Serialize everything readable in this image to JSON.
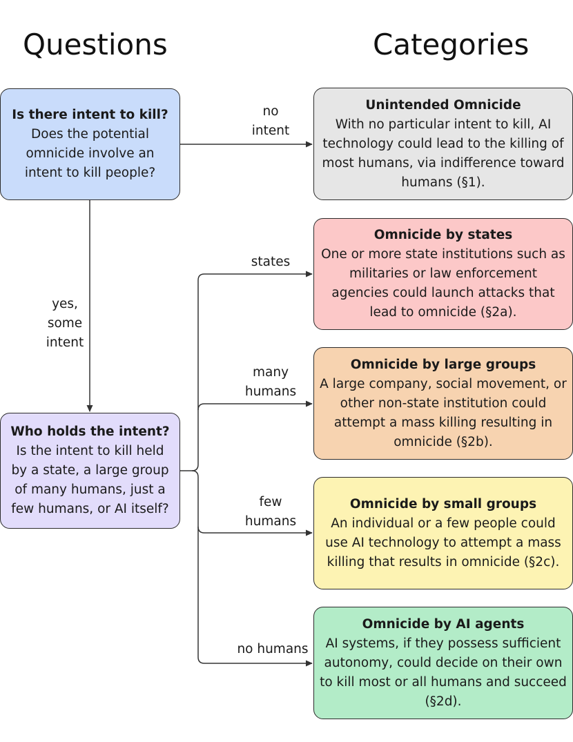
{
  "headings": {
    "questions": "Questions",
    "categories": "Categories"
  },
  "questions": [
    {
      "title": "Is there intent to kill?",
      "body": "Does the potential omnicide involve an intent to kill people?",
      "color": "#c9dcfb"
    },
    {
      "title": "Who holds the intent?",
      "body": "Is the intent to kill held by a state, a large group of many humans, just a few humans, or AI itself?",
      "color": "#e2dcfb"
    }
  ],
  "categories": [
    {
      "title": "Unintended Omnicide",
      "body": "With no particular intent to kill, AI technology could lead to the killing of most humans, via indifference toward humans (§1).",
      "color": "#e6e6e6"
    },
    {
      "title": "Omnicide by states",
      "body": "One or more state institutions such as militaries or law enforcement agencies could launch attacks that lead to omnicide (§2a).",
      "color": "#fcc8c8"
    },
    {
      "title": "Omnicide by large groups",
      "body": "A large company, social movement, or other non-state institution could attempt a mass killing resulting in omnicide (§2b).",
      "color": "#f7d3b0"
    },
    {
      "title": "Omnicide by small groups",
      "body": "An individual or a few people could use AI technology to attempt a mass killing that results in omnicide (§2c).",
      "color": "#fdf3b3"
    },
    {
      "title": "Omnicide by AI agents",
      "body": "AI systems, if they possess sufficient autonomy, could decide on their own to kill most or all humans and succeed (§2d).",
      "color": "#b3ecc8"
    }
  ],
  "edge_labels": {
    "no_intent": "no\nintent",
    "yes_some_intent": "yes,\nsome\nintent",
    "states": "states",
    "many_humans": "many\nhumans",
    "few_humans": "few\nhumans",
    "no_humans": "no humans"
  }
}
